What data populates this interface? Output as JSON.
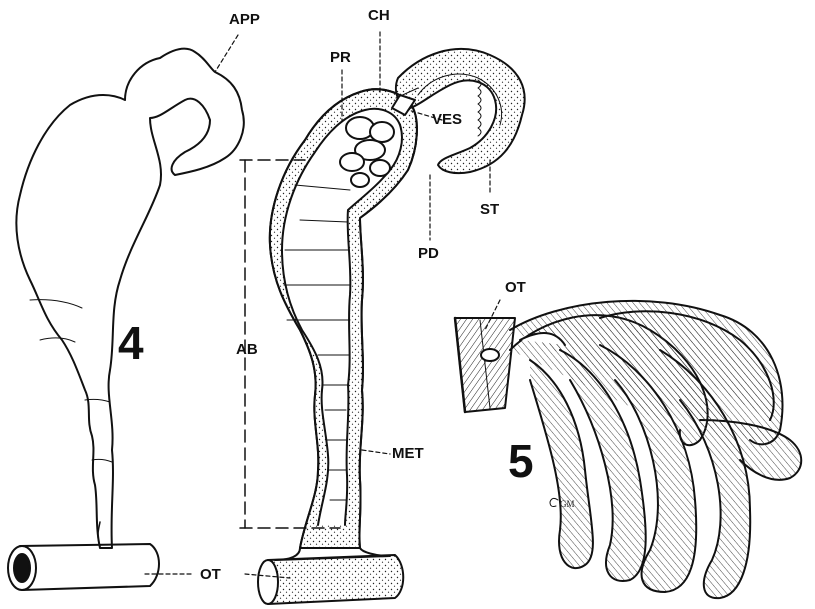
{
  "figure_numbers": {
    "fig4": "4",
    "fig5": "5"
  },
  "labels": {
    "app": "APP",
    "ch": "CH",
    "pr": "PR",
    "ves": "VES",
    "st": "ST",
    "pd": "PD",
    "ab": "AB",
    "met": "MET",
    "ot_fig4": "OT",
    "ot_fig5": "OT"
  },
  "artist_initials": "GM",
  "colors": {
    "ink": "#111111",
    "paper": "#ffffff"
  }
}
